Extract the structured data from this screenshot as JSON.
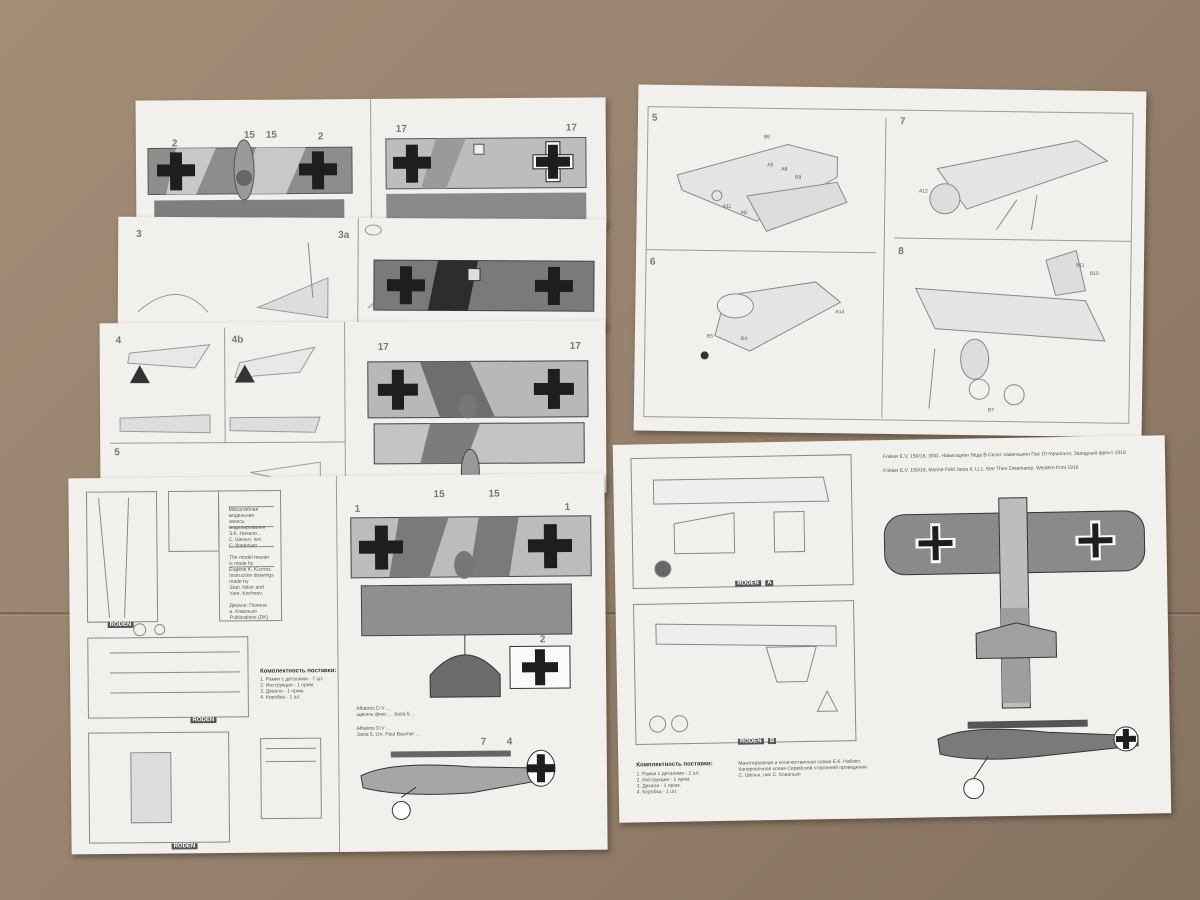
{
  "colors": {
    "cardboard": "#988470",
    "paper": "#f1f0ec",
    "camo_dark": "#6d6d6d",
    "camo_light": "#b4b4b4",
    "cross": "#1e1e1e"
  },
  "sheets": {
    "profile_sheet": {
      "sprue_a_label": "RODEN",
      "sprue_a_letter": "A",
      "sprue_b_label": "RODEN",
      "sprue_b_letter": "B",
      "header_line_1": "Fokker E.V, 150/18, 3/ltG, Навигацион Леда В Склнт навигацион Пас Оттершпалл, Западный фронт 1918",
      "header_line_2": "Fokker E.V, 150/18, Marine Feld Jasta II, Lt.z. See Theo Osterkamp, Western front 1918",
      "contents_title": "Комплектность поставки:",
      "contents_items": "1. Рамки с деталями - 2 шт.\n2. Инструкция - 1 прим.\n3. Декали - 1 прим.\n4. Коробка - 1 шт.",
      "credits": "Малотиражная и количественная схема Е.К. Найзеп,\nКапировочная копия Серейской сторонней проведении\nС. Шельн, пис С. Ковалько"
    },
    "sprue_sheet": {
      "credits_ru": "Масштабная\nмодельная\nзапись\nмоделирования\nЭ.К. Начало...\nС. Шельн, пис\nС. Ковалько",
      "credits_en": "The model master\nis made by\nEugene K. Kuznez.\nInstruction drawings\nmade by\nStan. Nikor and\nYare. Kochnov.",
      "decal_credit": "Декали: Полина\nи. Ковалько\nPublications (DK)",
      "contents_title": "Комплектность поставки:",
      "contents_items": "1. Рамки с деталями - 7 шт.\n2. Инструкция - 1 прим.\n3. Декали - 1 прим.\n4. Коробка - 1 шт.",
      "sprue_a_code": "RODEN",
      "sprue_b_code": "RODEN",
      "sprue_c_code": "RODEN",
      "profile_caption_1": "Albatros D.V ...\nщакэль фикс ... Jasta 5 ...",
      "profile_caption_2": "Albatros D.V ...\nJasta 5, Ltn. Paul Baumer ...",
      "part_numbers": [
        "15",
        "15",
        "1",
        "1",
        "2",
        "7",
        "4"
      ]
    },
    "assembly_sheet": {
      "steps": [
        "5",
        "7",
        "6",
        "8"
      ],
      "part_labels": [
        "B8",
        "A5",
        "A6",
        "B9",
        "A11",
        "A8",
        "A14",
        "B5",
        "B4",
        "A12",
        "B11",
        "B10",
        "B7"
      ]
    },
    "albatros_sheets": {
      "step_numbers": [
        "3",
        "3a",
        "4",
        "4b",
        "5"
      ],
      "callouts": [
        "15",
        "15",
        "2",
        "2",
        "17",
        "17",
        "1",
        "1",
        "2"
      ]
    }
  }
}
